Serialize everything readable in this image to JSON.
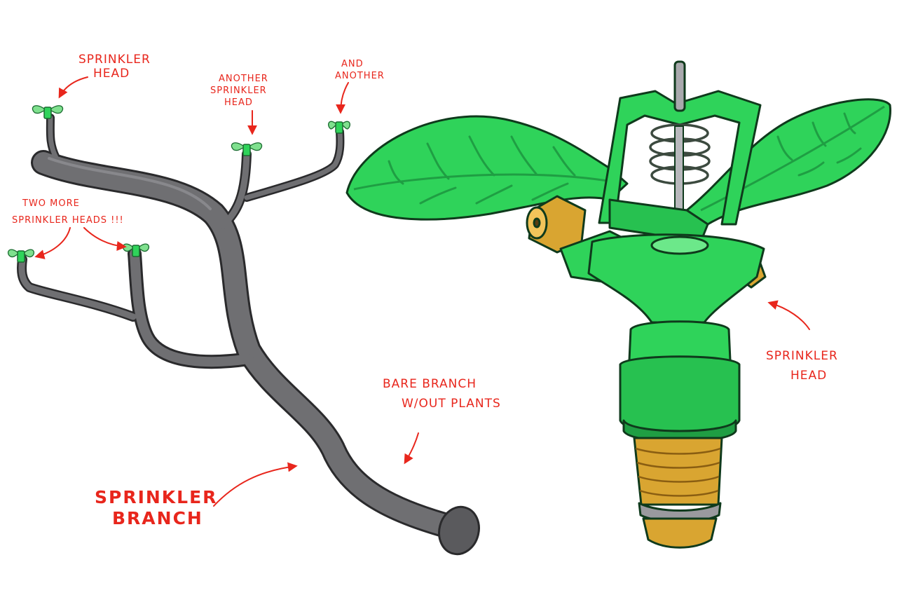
{
  "colors": {
    "annotation": "#e8261c",
    "pipe": "#6f6f72",
    "pipe_outline": "#2a2a2c",
    "sprinkler_green": "#2fd35a",
    "sprinkler_dark": "#1f9e43",
    "brass": "#d9a531",
    "background": "#ffffff"
  },
  "labels": {
    "head_top_left": [
      "SPRINKLER",
      "HEAD"
    ],
    "another_head": [
      "ANOTHER",
      "SPRINKLER",
      "HEAD"
    ],
    "and_another": [
      "AND",
      "ANOTHER"
    ],
    "two_more": [
      "TWO MORE",
      "SPRINKLER HEADS !!!"
    ],
    "bare_branch": [
      "BARE BRANCH",
      "W/OUT PLANTS"
    ],
    "sprinkler_branch": [
      "SPRINKLER",
      "BRANCH"
    ],
    "head_right": [
      "SPRINKLER",
      "HEAD"
    ]
  }
}
